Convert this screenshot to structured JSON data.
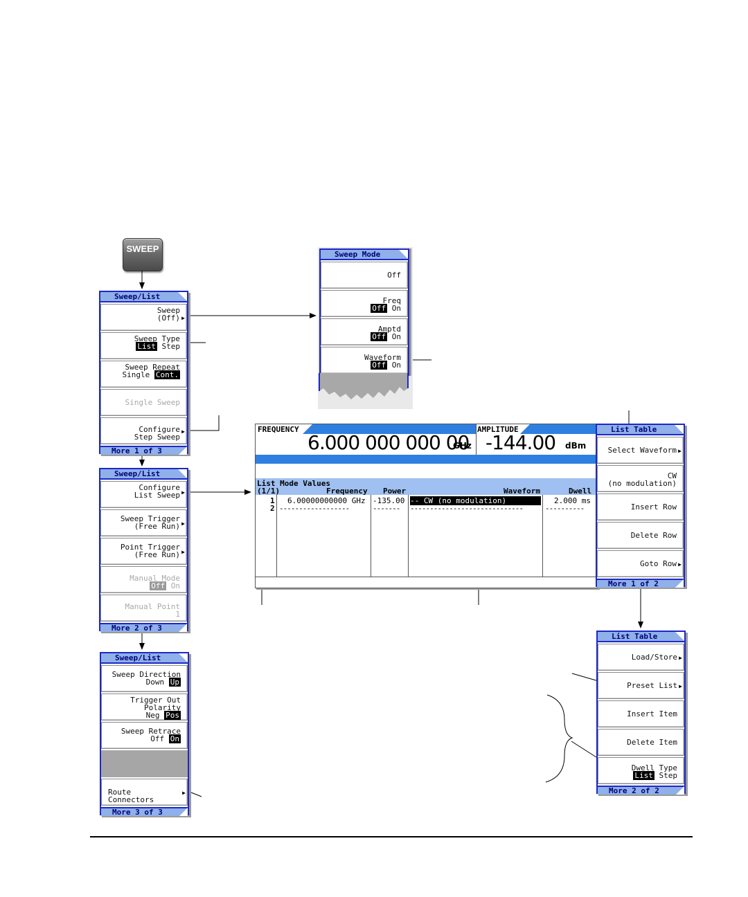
{
  "hardkey": {
    "label": "SWEEP"
  },
  "sweep_list_1": {
    "title": "Sweep/List",
    "sweep": {
      "l1": "Sweep",
      "l2": "(Off)"
    },
    "sweep_type": {
      "l1": "Sweep Type",
      "opt_a": "List",
      "opt_b": "Step"
    },
    "sweep_repeat": {
      "l1": "Sweep Repeat",
      "opt_a": "Single",
      "opt_b": "Cont."
    },
    "single_sweep": "Single Sweep",
    "configure_step": {
      "l1": "Configure",
      "l2": "Step Sweep"
    },
    "footer": "More 1 of 3"
  },
  "sweep_list_2": {
    "title": "Sweep/List",
    "configure_list": {
      "l1": "Configure",
      "l2": "List Sweep"
    },
    "sweep_trigger": {
      "l1": "Sweep Trigger",
      "l2": "(Free Run)"
    },
    "point_trigger": {
      "l1": "Point Trigger",
      "l2": "(Free Run)"
    },
    "manual_mode": {
      "l1": "Manual Mode",
      "opt_a": "Off",
      "opt_b": "On"
    },
    "manual_point": {
      "l1": "Manual Point",
      "l2": "1"
    },
    "footer": "More 2 of 3"
  },
  "sweep_list_3": {
    "title": "Sweep/List",
    "sweep_direction": {
      "l1": "Sweep Direction",
      "opt_a": "Down",
      "opt_b": "Up"
    },
    "trigger_out": {
      "l1": "Trigger Out",
      "l2": "Polarity",
      "opt_a": "Neg",
      "opt_b": "Pos"
    },
    "sweep_retrace": {
      "l1": "Sweep Retrace",
      "opt_a": "Off",
      "opt_b": "On"
    },
    "route_connectors": "Route Connectors",
    "footer": "More 3 of 3"
  },
  "sweep_mode": {
    "title": "Sweep Mode",
    "off": "Off",
    "freq": {
      "l1": "Freq",
      "opt_a": "Off",
      "opt_b": "On"
    },
    "amptd": {
      "l1": "Amptd",
      "opt_a": "Off",
      "opt_b": "On"
    },
    "waveform": {
      "l1": "Waveform",
      "opt_a": "Off",
      "opt_b": "On"
    }
  },
  "display": {
    "freq_label": "FREQUENCY",
    "freq_value": "6.000 000 000 00",
    "freq_unit": "GHz",
    "ampl_label": "AMPLITUDE",
    "ampl_value": "-144.00",
    "ampl_unit": "dBm",
    "table_title": "List Mode Values",
    "page_indicator": "(1/1)",
    "columns": {
      "frequency": "Frequency",
      "power": "Power",
      "waveform": "Waveform",
      "dwell": "Dwell"
    },
    "rows": [
      {
        "num": "1",
        "frequency": "6.00000000000 GHz",
        "power": "-135.00",
        "waveform": "-- CW (no modulation)",
        "dwell": "2.000 ms"
      },
      {
        "num": "2",
        "frequency": "------------------",
        "power": "-------",
        "waveform": "-----------------------------",
        "dwell": "----------"
      }
    ]
  },
  "list_table_1": {
    "title": "List Table",
    "select_waveform": "Select Waveform",
    "cw": {
      "l1": "CW",
      "l2": "(no modulation)"
    },
    "insert_row": "Insert Row",
    "delete_row": "Delete Row",
    "goto_row": "Goto Row",
    "footer": "More 1 of 2"
  },
  "list_table_2": {
    "title": "List Table",
    "load_store": "Load/Store",
    "preset_list": "Preset List",
    "insert_item": "Insert Item",
    "delete_item": "Delete Item",
    "dwell_type": {
      "l1": "Dwell Type",
      "opt_a": "List",
      "opt_b": "Step"
    },
    "footer": "More 2 of 2"
  },
  "colors": {
    "menu_border": "#1c28c8",
    "menu_title_bg": "#8fb0e8",
    "display_banner": "#2f7fe0",
    "display_header": "#9fc0f0"
  }
}
